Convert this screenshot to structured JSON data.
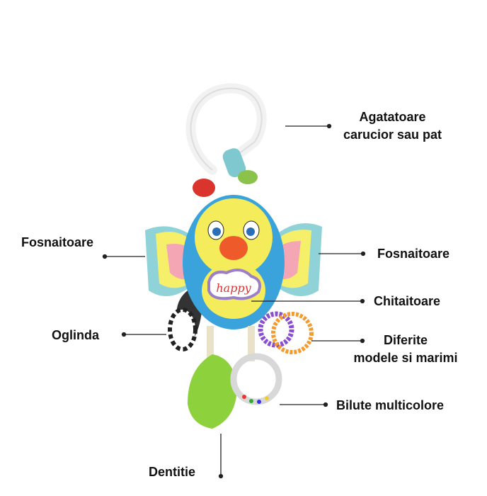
{
  "labels": {
    "hanger": [
      "Agatatoare",
      "carucior sau pat"
    ],
    "crinkle_left": "Fosnaitoare",
    "crinkle_right": "Fosnaitoare",
    "squeaker": "Chitaitoare",
    "mirror": "Oglinda",
    "rings": [
      "Diferite",
      "modele si marimi"
    ],
    "beads": "Bilute multicolore",
    "teether": "Dentitie"
  },
  "toy_text": "happy",
  "colors": {
    "line": "#222222",
    "text": "#111111"
  }
}
